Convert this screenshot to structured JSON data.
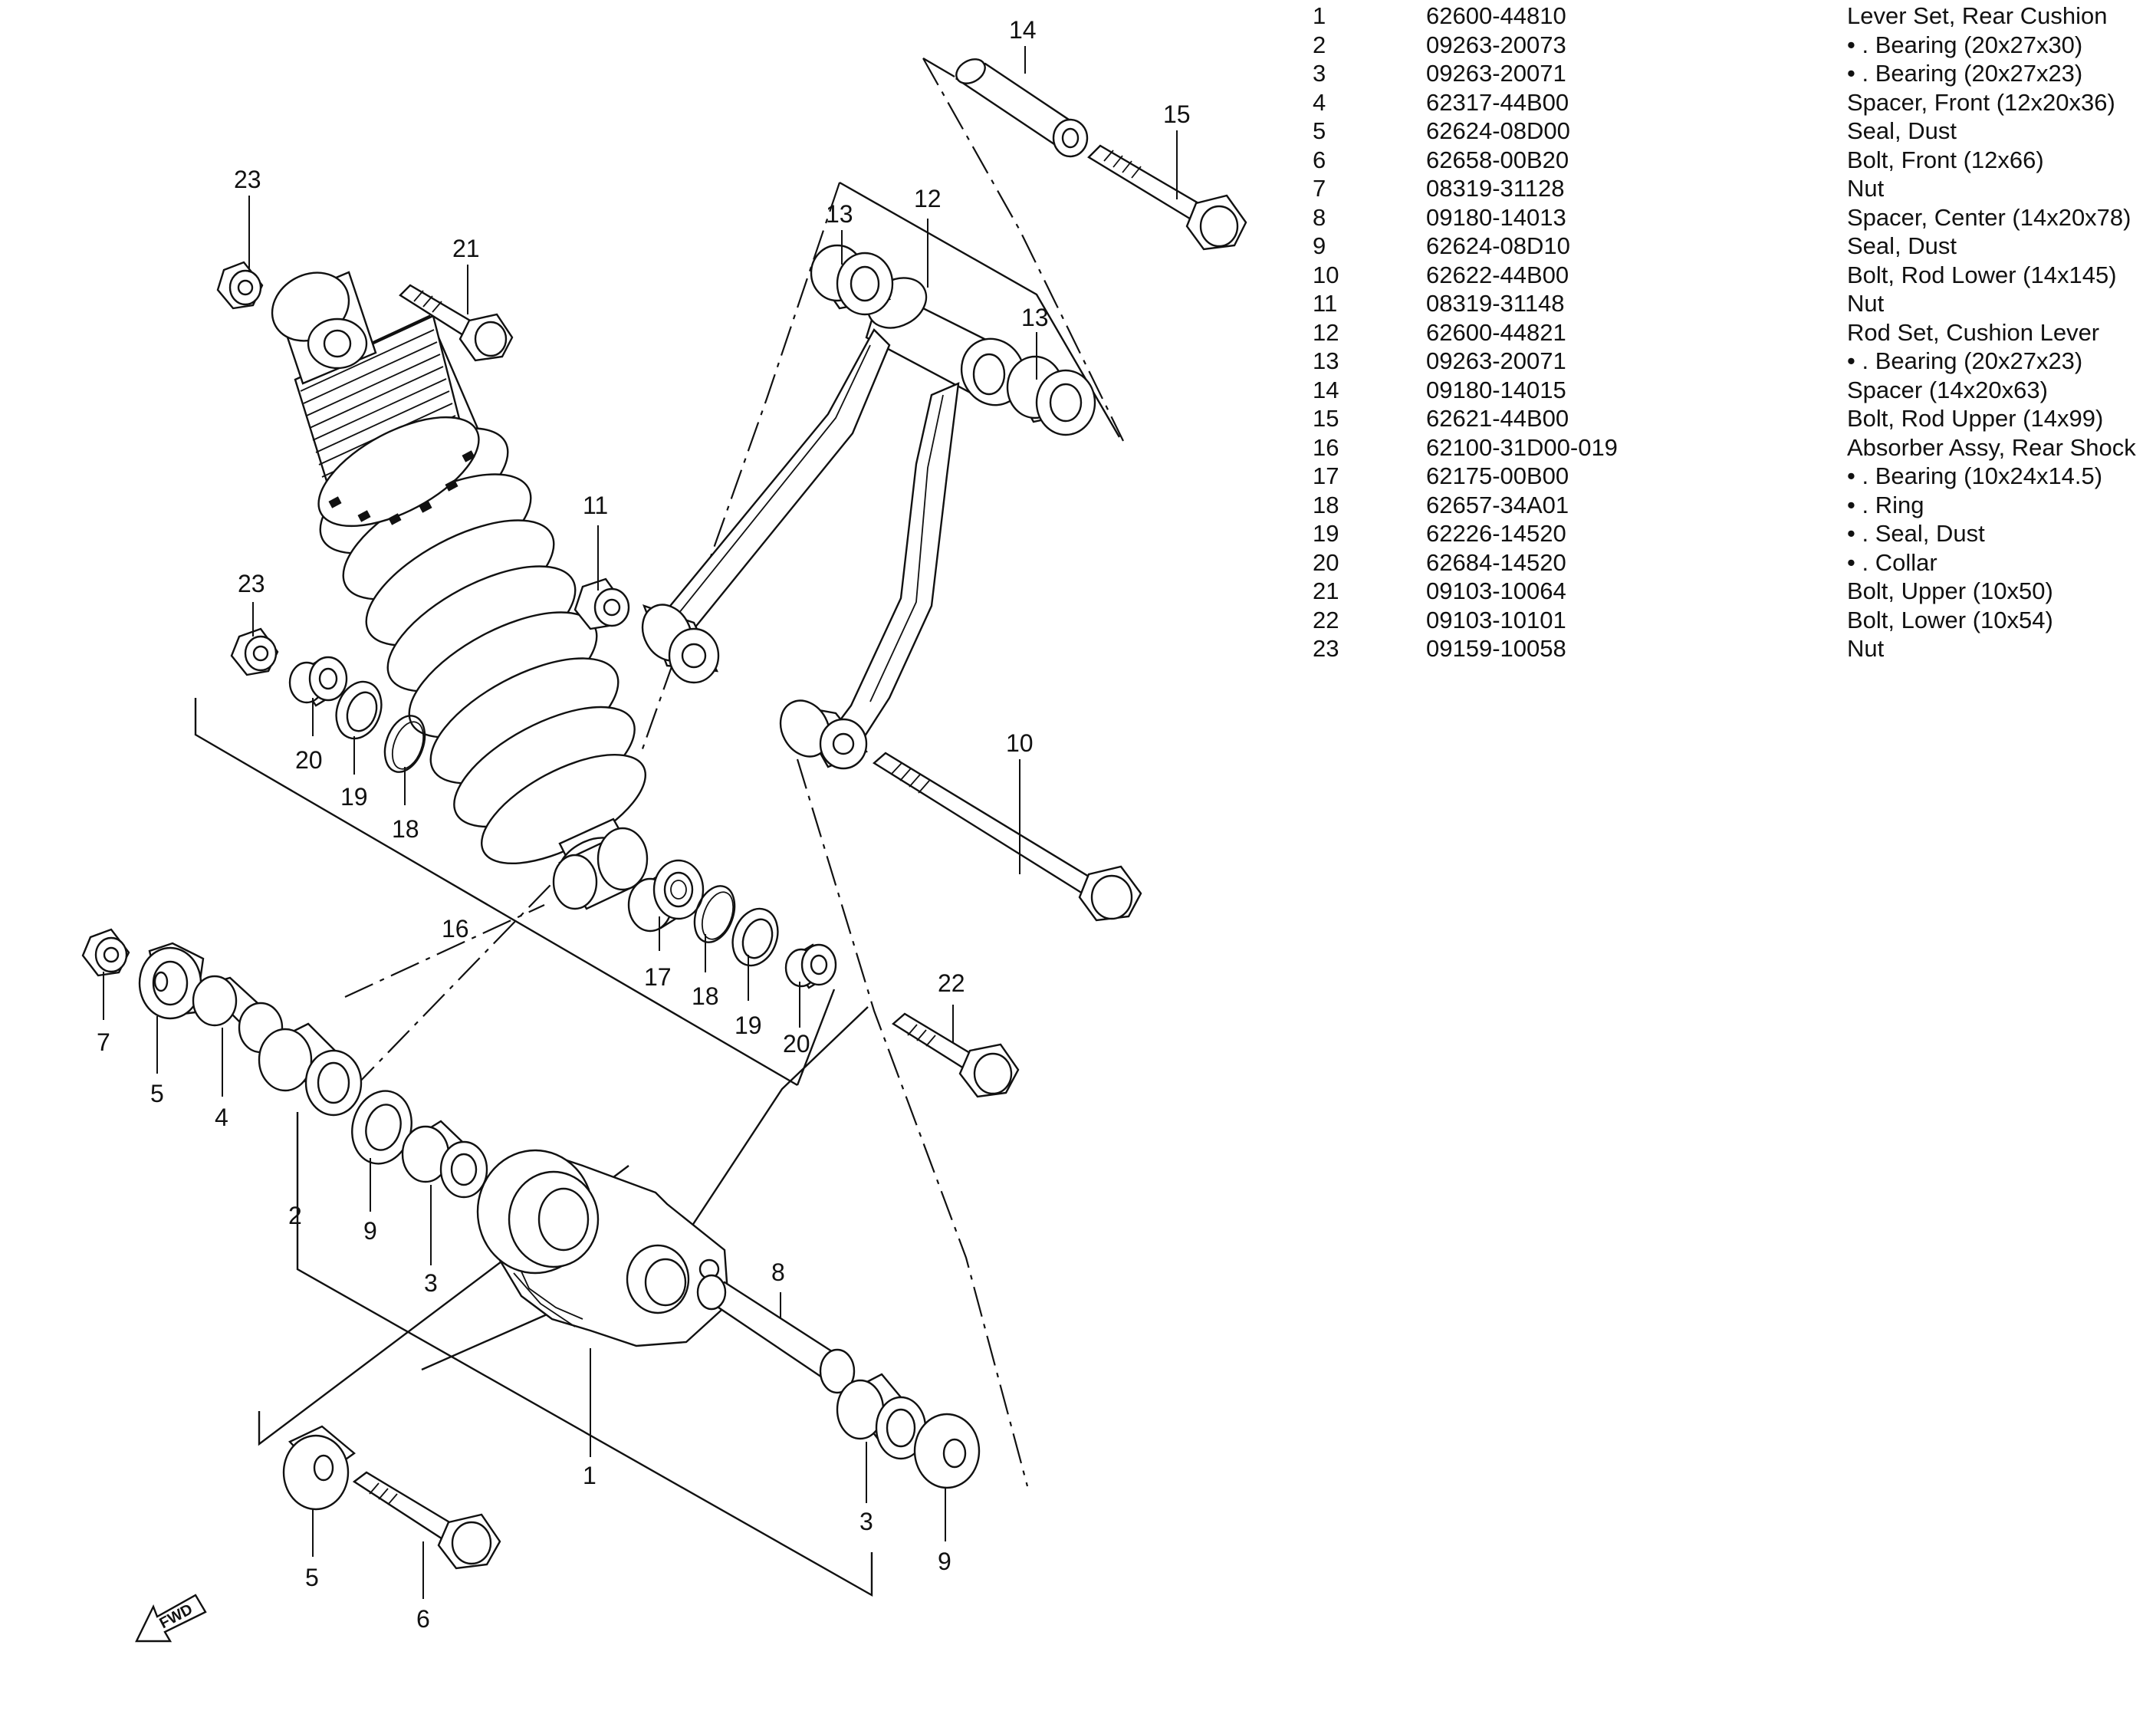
{
  "parts": [
    {
      "no": "1",
      "part_no": "62600-44810",
      "description": "Lever Set, Rear Cushion"
    },
    {
      "no": "2",
      "part_no": "09263-20073",
      "description": "• . Bearing (20x27x30)"
    },
    {
      "no": "3",
      "part_no": "09263-20071",
      "description": "• . Bearing (20x27x23)"
    },
    {
      "no": "4",
      "part_no": "62317-44B00",
      "description": "Spacer, Front (12x20x36)"
    },
    {
      "no": "5",
      "part_no": "62624-08D00",
      "description": "Seal, Dust"
    },
    {
      "no": "6",
      "part_no": "62658-00B20",
      "description": "Bolt, Front (12x66)"
    },
    {
      "no": "7",
      "part_no": "08319-31128",
      "description": "Nut"
    },
    {
      "no": "8",
      "part_no": "09180-14013",
      "description": "Spacer, Center (14x20x78)"
    },
    {
      "no": "9",
      "part_no": "62624-08D10",
      "description": "Seal, Dust"
    },
    {
      "no": "10",
      "part_no": "62622-44B00",
      "description": "Bolt, Rod Lower (14x145)"
    },
    {
      "no": "11",
      "part_no": "08319-31148",
      "description": "Nut"
    },
    {
      "no": "12",
      "part_no": "62600-44821",
      "description": "Rod Set, Cushion Lever"
    },
    {
      "no": "13",
      "part_no": "09263-20071",
      "description": "• . Bearing (20x27x23)"
    },
    {
      "no": "14",
      "part_no": "09180-14015",
      "description": "Spacer (14x20x63)"
    },
    {
      "no": "15",
      "part_no": "62621-44B00",
      "description": "Bolt, Rod Upper (14x99)"
    },
    {
      "no": "16",
      "part_no": "62100-31D00-019",
      "description": "Absorber Assy, Rear Shock"
    },
    {
      "no": "17",
      "part_no": "62175-00B00",
      "description": "• . Bearing (10x24x14.5)"
    },
    {
      "no": "18",
      "part_no": "62657-34A01",
      "description": "• . Ring"
    },
    {
      "no": "19",
      "part_no": "62226-14520",
      "description": "• . Seal, Dust"
    },
    {
      "no": "20",
      "part_no": "62684-14520",
      "description": "• . Collar"
    },
    {
      "no": "21",
      "part_no": "09103-10064",
      "description": "Bolt, Upper (10x50)"
    },
    {
      "no": "22",
      "part_no": "09103-10101",
      "description": "Bolt, Lower (10x54)"
    },
    {
      "no": "23",
      "part_no": "09159-10058",
      "description": "Nut"
    }
  ],
  "callouts": {
    "c14": "14",
    "c15": "15",
    "c13a": "13",
    "c12": "12",
    "c13b": "13",
    "c23a": "23",
    "c21": "21",
    "c11": "11",
    "c23b": "23",
    "c20a": "20",
    "c19a": "19",
    "c18a": "18",
    "c16": "16",
    "c10": "10",
    "c17": "17",
    "c18b": "18",
    "c19b": "19",
    "c20b": "20",
    "c7": "7",
    "c5a": "5",
    "c4": "4",
    "c22": "22",
    "c9a": "9",
    "c2": "2",
    "c3a": "3",
    "c8": "8",
    "c1": "1",
    "c3b": "3",
    "c9b": "9",
    "c5b": "5",
    "c6": "6"
  },
  "fwd_label": "FWD"
}
